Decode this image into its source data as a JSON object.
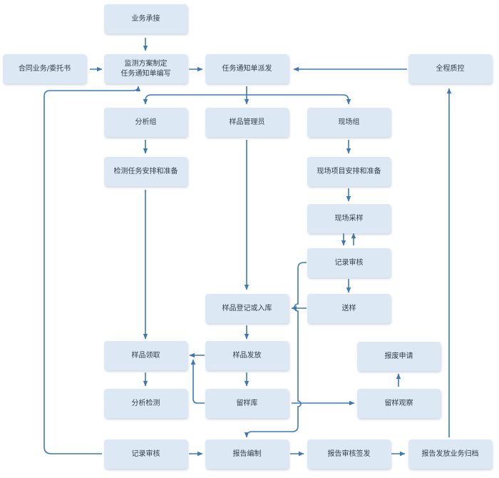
{
  "nodes": {
    "business_intake": "业务承接",
    "contract": "合同业务/委托书",
    "plan": "监测方案制定\n任务通知单编写",
    "dispatch": "任务通知单派发",
    "qc": "全程质控",
    "analysis_group": "分析组",
    "sample_admin": "样品管理员",
    "field_group": "现场组",
    "test_prep": "检测任务安排和准备",
    "field_prep": "现场项目安排和准备",
    "field_sampling": "现场采样",
    "record_review_field": "记录审核",
    "sample_register": "样品登记或入库",
    "send_sample": "送样",
    "sample_receive": "样品领取",
    "sample_issue": "样品发放",
    "scrap_request": "报废申请",
    "analysis_test": "分析检测",
    "retention_lib": "留样库",
    "retention_obs": "留样观察",
    "record_review_lab": "记录审核",
    "report_compile": "报告编制",
    "report_review": "报告审核签发",
    "report_archive": "报告发放业务归档"
  },
  "colors": {
    "node_fill": "#dde8f5",
    "arrow": "#3f78b8",
    "text": "#333d4a"
  }
}
